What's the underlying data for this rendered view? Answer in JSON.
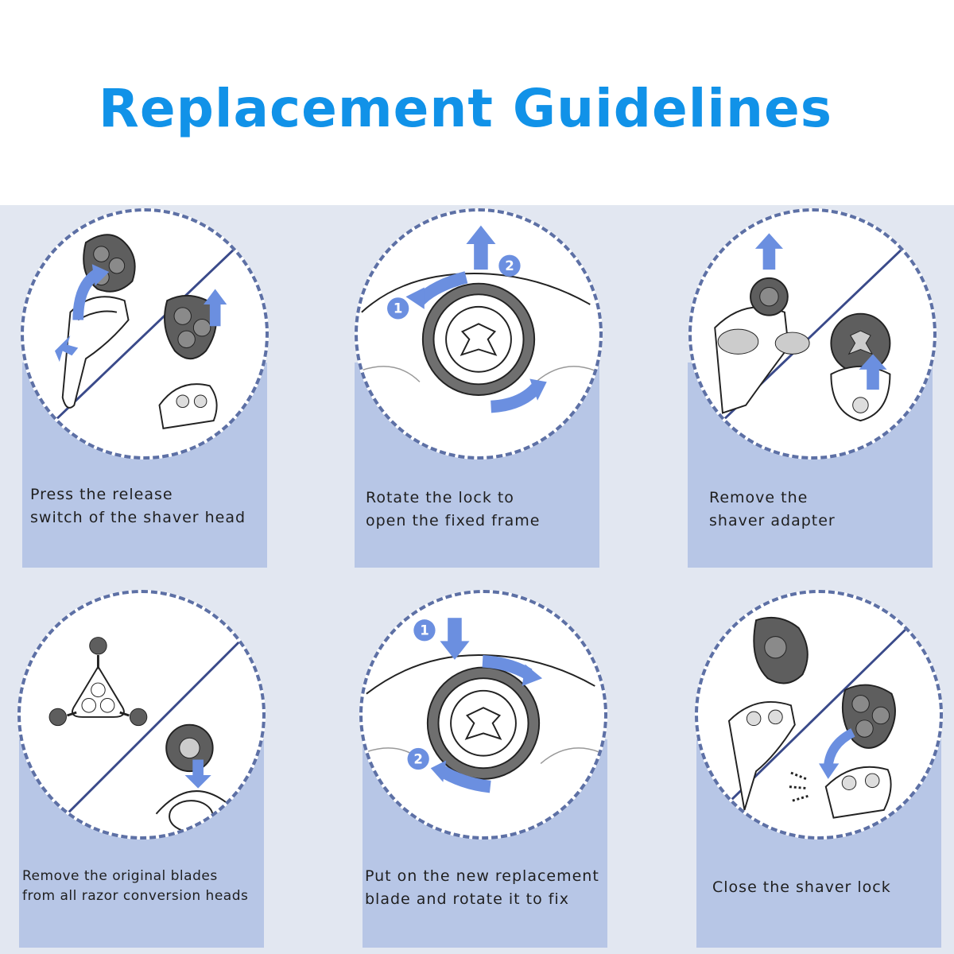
{
  "header": {
    "title": "Replacement Guidelines"
  },
  "colors": {
    "title": "#1192e8",
    "panel_background": "#e2e7f1",
    "card_background": "#b7c6e6",
    "circle_border": "#5d70a5",
    "arrow": "#6b8fe0",
    "part_fill": "#5e5e5e"
  },
  "steps": [
    {
      "icon": "release-switch-icon",
      "caption": [
        "Press the release",
        "switch of the shaver head"
      ]
    },
    {
      "icon": "rotate-lock-open-icon",
      "caption": [
        "Rotate the lock to",
        "open the fixed frame"
      ],
      "markers": [
        "1",
        "2"
      ]
    },
    {
      "icon": "remove-adapter-icon",
      "caption": [
        "Remove the",
        "shaver adapter"
      ]
    },
    {
      "icon": "remove-blades-icon",
      "caption": [
        "Remove the original blades",
        "from all razor conversion heads"
      ]
    },
    {
      "icon": "rotate-lock-close-icon",
      "caption": [
        "Put on the new replacement",
        "blade and rotate it to fix"
      ],
      "markers": [
        "1",
        "2"
      ]
    },
    {
      "icon": "close-lock-icon",
      "caption": [
        "Close the shaver lock"
      ]
    }
  ]
}
